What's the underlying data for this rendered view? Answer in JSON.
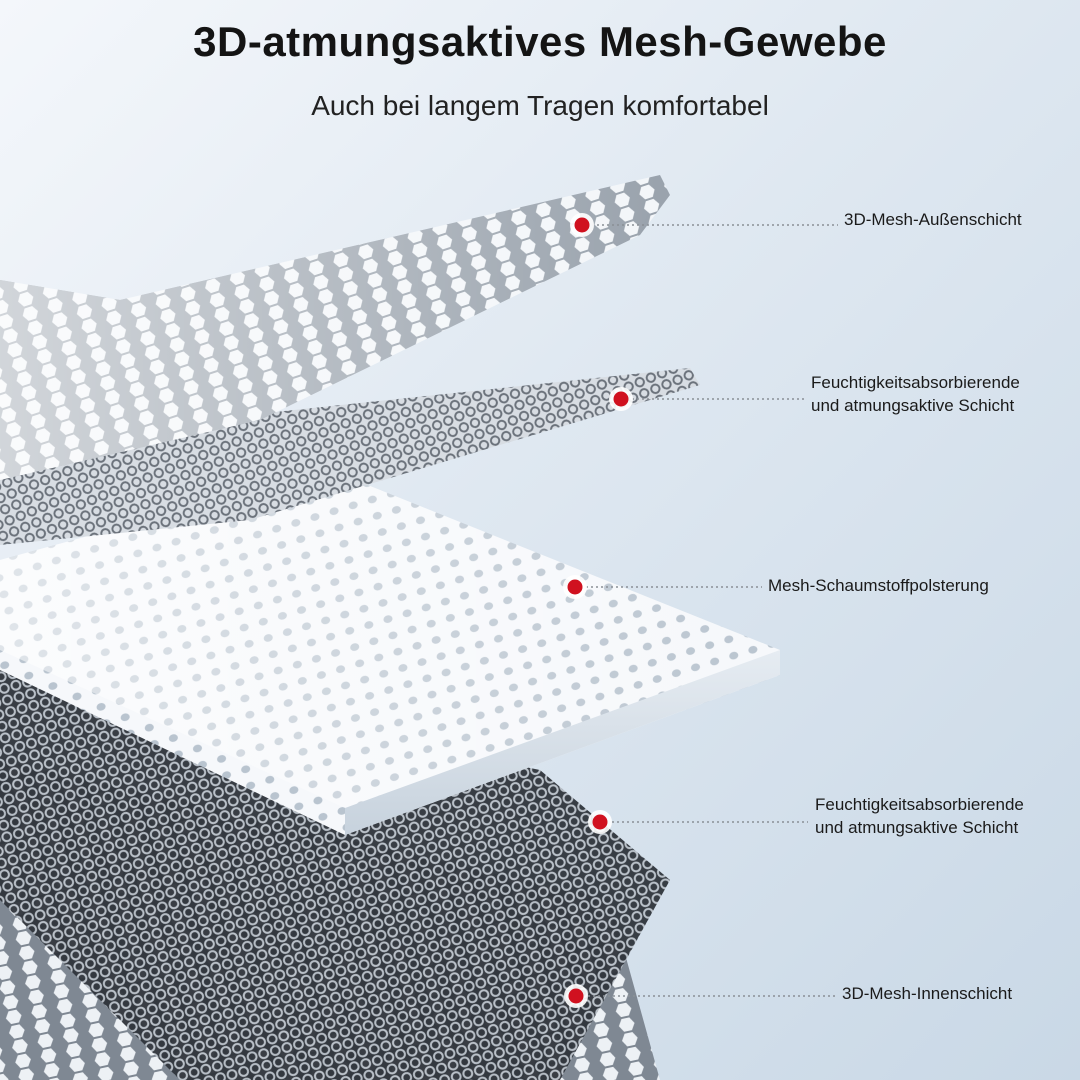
{
  "header": {
    "title": "3D-atmungsaktives Mesh-Gewebe",
    "subtitle": "Auch bei langem Tragen komfortabel"
  },
  "layers": [
    {
      "label_line1": "3D-Mesh-Außenschicht",
      "label_line2": ""
    },
    {
      "label_line1": "Feuchtigkeitsabsorbierende",
      "label_line2": "und atmungsaktive Schicht"
    },
    {
      "label_line1": "Mesh-Schaumstoffpolsterung",
      "label_line2": ""
    },
    {
      "label_line1": "Feuchtigkeitsabsorbierende",
      "label_line2": "und atmungsaktive Schicht"
    },
    {
      "label_line1": "3D-Mesh-Innenschicht",
      "label_line2": ""
    }
  ],
  "colors": {
    "marker": "#d0111f",
    "leader_line": "#8a8f96",
    "foam": "#f4f7fa",
    "mesh_light": "#e9edf2",
    "mesh_dark": "#4a4f57"
  }
}
